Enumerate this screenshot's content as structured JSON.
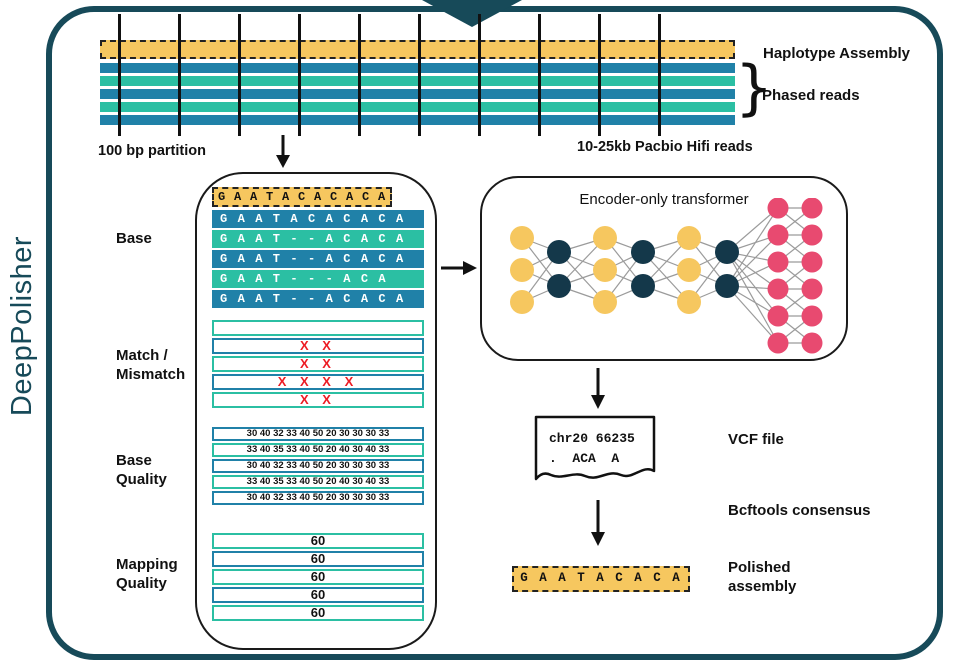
{
  "colors": {
    "frame": "#174a59",
    "yellow": "#f6c75f",
    "blue": "#2081a8",
    "teal": "#2bbfa3",
    "pink": "#e84a70",
    "navy": "#14384a",
    "red": "#ed1c24",
    "edge": "#9b9b9b"
  },
  "side_label": "DeepPolisher",
  "top_section": {
    "haplotype_assembly_label": "Haplotype Assembly",
    "phased_reads_label": "Phased reads",
    "brace": "}",
    "partition_label": "100 bp partition",
    "hifi_reads_label": "10-25kb Pacbio Hifi reads"
  },
  "pileup": {
    "row_labels": {
      "base": "Base",
      "match_line1": "Match /",
      "match_line2": "Mismatch",
      "base_quality_line1": "Base",
      "base_quality_line2": "Quality",
      "mapping_quality_line1": "Mapping",
      "mapping_quality_line2": "Quality"
    },
    "reference_sequence": "G A A T A C A C A C A",
    "reads": [
      "G A A T A C A C A C A",
      "G A A T - - A C A C A",
      "G A A T - - A C A C A",
      "G A A T - - - A C A",
      "G A A T - - A C A C A"
    ],
    "match_mismatch_rows": [
      "",
      "X X",
      "X X",
      "X X X X",
      "X X"
    ],
    "base_quality_rows": [
      "30 40 32 33 40 50 20 30 30 30 33",
      "33 40 35 33 40 50 20 40 30 40 33",
      "30 40 32 33 40 50 20 30 30 30 33",
      "33 40 35 33 40 50 20 40 30 40 33",
      "30 40 32 33 40 50 20 30 30 30 33"
    ],
    "mapping_quality_rows": [
      "60",
      "60",
      "60",
      "60",
      "60"
    ]
  },
  "transformer": {
    "title": "Encoder-only transformer"
  },
  "output": {
    "vcf_line1": "chr20 66235",
    "vcf_line2": ".  ACA  A",
    "vcf_label": "VCF file",
    "bcftools_label": "Bcftools consensus",
    "polished_sequence": "G A A T A C A C A",
    "polished_label_line1": "Polished",
    "polished_label_line2": "assembly"
  }
}
